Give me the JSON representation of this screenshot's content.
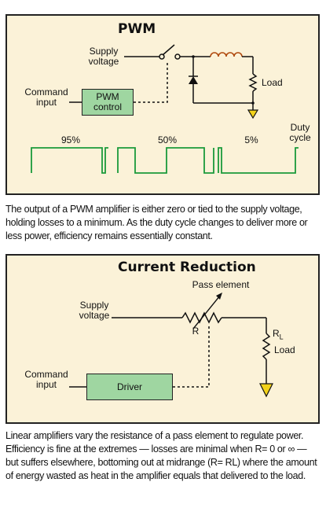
{
  "pwm": {
    "title": "PWM",
    "supply_label": "Supply voltage",
    "command_label": "Command input",
    "control_label": "PWM control",
    "load_label": "Load",
    "duty_label": "Duty cycle",
    "duty_values": [
      "95%",
      "50%",
      "5%"
    ],
    "caption": "The output of a PWM amplifier is either zero or tied to the supply voltage, holding losses to a minimum. As the duty cycle changes to deliver more or less power, efficiency remains essentially constant."
  },
  "current_reduction": {
    "title": "Current Reduction",
    "pass_element_label": "Pass element",
    "supply_label": "Supply voltage",
    "r_label": "R",
    "rl_label": "R",
    "rl_sub": "L",
    "load_label": "Load",
    "command_label": "Command input",
    "driver_label": "Driver",
    "caption": "Linear amplifiers vary the resistance of a pass element to regulate power. Efficiency is fine at the extremes — losses are minimal when R= 0 or ∞ — but suffers elsewhere, bottoming out at midrange (R= RL) where the amount of energy wasted as heat in the amplifier equals that delivered to the load."
  },
  "colors": {
    "panel_bg": "#fbf2d8",
    "box_green": "#9fd6a1",
    "waveform_green": "#1a9a3a",
    "ground_yellow": "#f2d21a"
  }
}
